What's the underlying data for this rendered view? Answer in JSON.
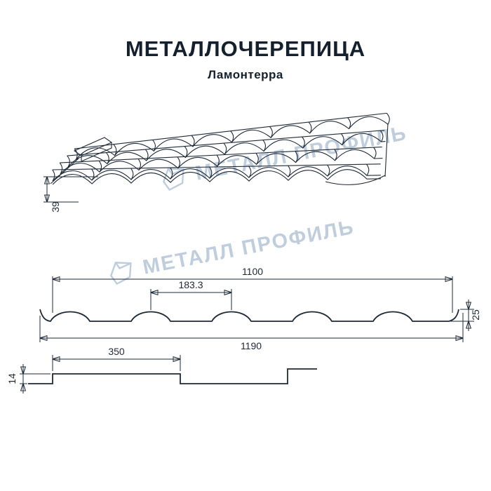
{
  "page": {
    "background_color": "#ffffff",
    "drawing_color": "#1e2a38",
    "watermark_color": "#b9c8da"
  },
  "header": {
    "title": "МЕТАЛЛОЧЕРЕПИЦА",
    "subtitle": "Ламонтерра"
  },
  "watermarks": [
    {
      "text": "МЕТАЛЛ ПРОФИЛЬ",
      "logo": "metal-profil-pentagon-logo"
    },
    {
      "text": "МЕТАЛЛ ПРОФИЛЬ",
      "logo": "metal-profil-pentagon-logo"
    }
  ],
  "roof_view": {
    "dims": {
      "eave_height": "39"
    }
  },
  "profile_view": {
    "dims": {
      "cover_width": "1100",
      "wave_pitch": "183.3",
      "profile_height": "25",
      "full_width": "1190"
    }
  },
  "step_view": {
    "dims": {
      "module_length": "350",
      "step_height": "14"
    }
  }
}
